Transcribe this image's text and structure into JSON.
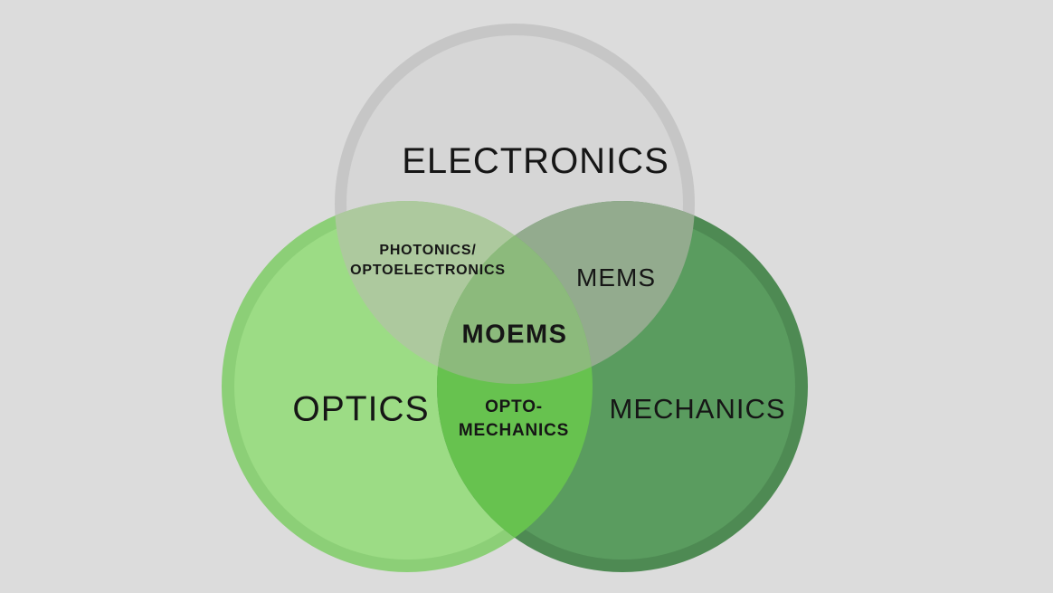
{
  "background": "#dcdcdc",
  "text_color": "#161616",
  "venn": {
    "sets": [
      {
        "id": "electronics",
        "label": "ELECTRONICS",
        "fill": "#d6d6d6",
        "ring": "#c6c6c6"
      },
      {
        "id": "optics",
        "label": "OPTICS",
        "fill": "#9cdc85",
        "ring": "#8ccf77"
      },
      {
        "id": "mechanics",
        "label": "MECHANICS",
        "fill": "#5a9c5f",
        "ring": "#4e8a53"
      }
    ],
    "overlaps": {
      "electronics_optics": {
        "label_line1": "PHOTONICS/",
        "label_line2": "OPTOELECTRONICS",
        "color": "#adc99e"
      },
      "electronics_mechanics": {
        "label": "MEMS",
        "color": "#93ab8e"
      },
      "optics_mechanics": {
        "label_line1": "OPTO-",
        "label_line2": "MECHANICS",
        "color": "#67c24f"
      },
      "all": {
        "label": "MOEMS",
        "color": "#8cba7c"
      }
    }
  }
}
